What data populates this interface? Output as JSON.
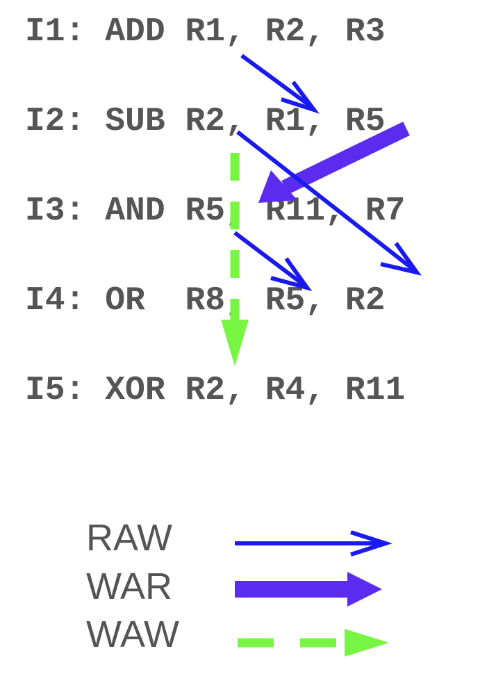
{
  "colors": {
    "text": "#555555",
    "raw": "#1a1aee",
    "war": "#5b2cf0",
    "waw": "#77f542"
  },
  "instructions": [
    {
      "label": "I1:",
      "op": "ADD",
      "operands": "R1, R2, R3"
    },
    {
      "label": "I2:",
      "op": "SUB",
      "operands": "R2, R1, R5"
    },
    {
      "label": "I3:",
      "op": "AND",
      "operands": "R5, R11, R7"
    },
    {
      "label": "I4:",
      "op": "OR ",
      "operands": "R8, R5, R2"
    },
    {
      "label": "I5:",
      "op": "XOR",
      "operands": "R2, R4, R11"
    }
  ],
  "dependencies": [
    {
      "type": "RAW",
      "from": "I1",
      "to": "I2",
      "register": "R1"
    },
    {
      "type": "RAW",
      "from": "I2",
      "to": "I4",
      "register": "R2"
    },
    {
      "type": "RAW",
      "from": "I3",
      "to": "I4",
      "register": "R5"
    },
    {
      "type": "WAR",
      "from": "I2",
      "to": "I3",
      "register": "R5"
    },
    {
      "type": "WAW",
      "from": "I2",
      "to": "I5",
      "register": "R2"
    }
  ],
  "legend": [
    {
      "label": "RAW",
      "style": "thin-arrow"
    },
    {
      "label": "WAR",
      "style": "thick-arrow"
    },
    {
      "label": "WAW",
      "style": "dashed-arrow"
    }
  ]
}
